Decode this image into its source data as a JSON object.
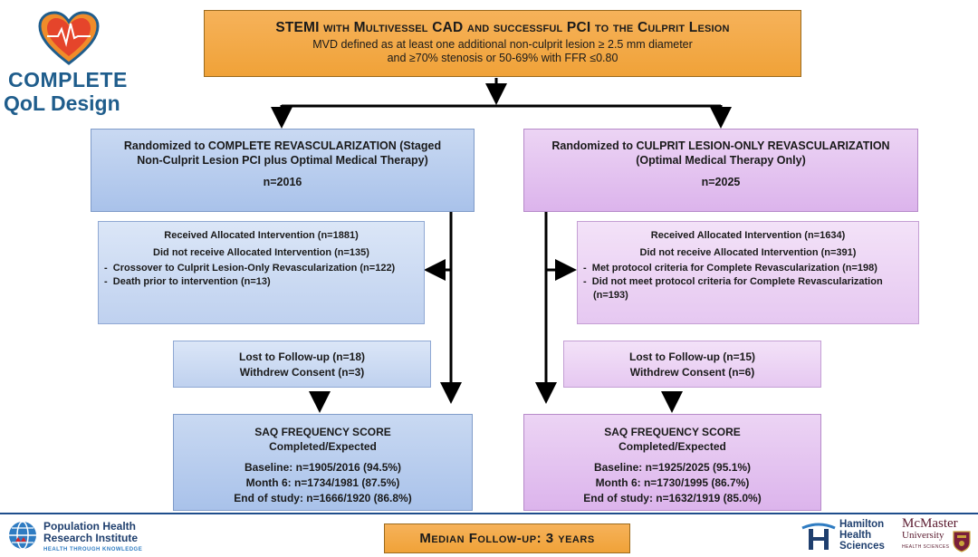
{
  "logo": {
    "line1": "COMPLETE",
    "line2": "QoL Design"
  },
  "top": {
    "title": "STEMI with Multivessel CAD and successful PCI to the Culprit Lesion",
    "line1": "MVD defined as at least one additional non-culprit lesion ≥ 2.5 mm diameter",
    "line2": "and ≥70% stenosis or 50-69% with FFR ≤0.80"
  },
  "left": {
    "arm_line1": "Randomized to COMPLETE REVASCULARIZATION (Staged",
    "arm_line2": "Non-Culprit Lesion PCI plus Optimal Medical Therapy)",
    "n": "n=2016",
    "received": "Received Allocated Intervention (n=1881)",
    "not_received": "Did not receive Allocated Intervention (n=135)",
    "reasons": [
      "Crossover to Culprit Lesion-Only Revascularization (n=122)",
      "Death prior to intervention (n=13)"
    ],
    "lost": "Lost to Follow-up (n=18)",
    "withdrew": "Withdrew Consent (n=3)",
    "saq_title": "SAQ FREQUENCY SCORE",
    "saq_sub": "Completed/Expected",
    "baseline": "Baseline: n=1905/2016 (94.5%)",
    "month6": "Month 6: n=1734/1981 (87.5%)",
    "end": "End of study: n=1666/1920 (86.8%)"
  },
  "right": {
    "arm_line1": "Randomized to CULPRIT LESION-ONLY REVASCULARIZATION",
    "arm_line2": "(Optimal Medical Therapy Only)",
    "n": "n=2025",
    "received": "Received Allocated Intervention (n=1634)",
    "not_received": "Did not receive Allocated Intervention (n=391)",
    "reasons": [
      "Met protocol criteria for Complete Revascularization (n=198)",
      "Did not meet protocol criteria for Complete Revascularization",
      "(n=193)"
    ],
    "lost": "Lost to Follow-up (n=15)",
    "withdrew": "Withdrew Consent (n=6)",
    "saq_title": "SAQ FREQUENCY SCORE",
    "saq_sub": "Completed/Expected",
    "baseline": "Baseline: n=1925/2025 (95.1%)",
    "month6": "Month 6: n=1730/1995 (86.7%)",
    "end": "End of study: n=1632/1919 (85.0%)"
  },
  "footer": {
    "median": "Median Follow-up:  3 years",
    "phri_line1": "Population Health",
    "phri_line2": "Research Institute",
    "phri_tag": "HEALTH THROUGH KNOWLEDGE",
    "hamilton_line1": "Hamilton",
    "hamilton_line2": "Health",
    "hamilton_line3": "Sciences",
    "mcmaster_line1": "McMaster",
    "mcmaster_line2": "University",
    "mcmaster_tag": "HEALTH SCIENCES"
  },
  "colors": {
    "orange": "#f0a238",
    "blue": "#a9c2ea",
    "purple": "#dcb4ec",
    "brand_blue": "#1f5d8c"
  }
}
